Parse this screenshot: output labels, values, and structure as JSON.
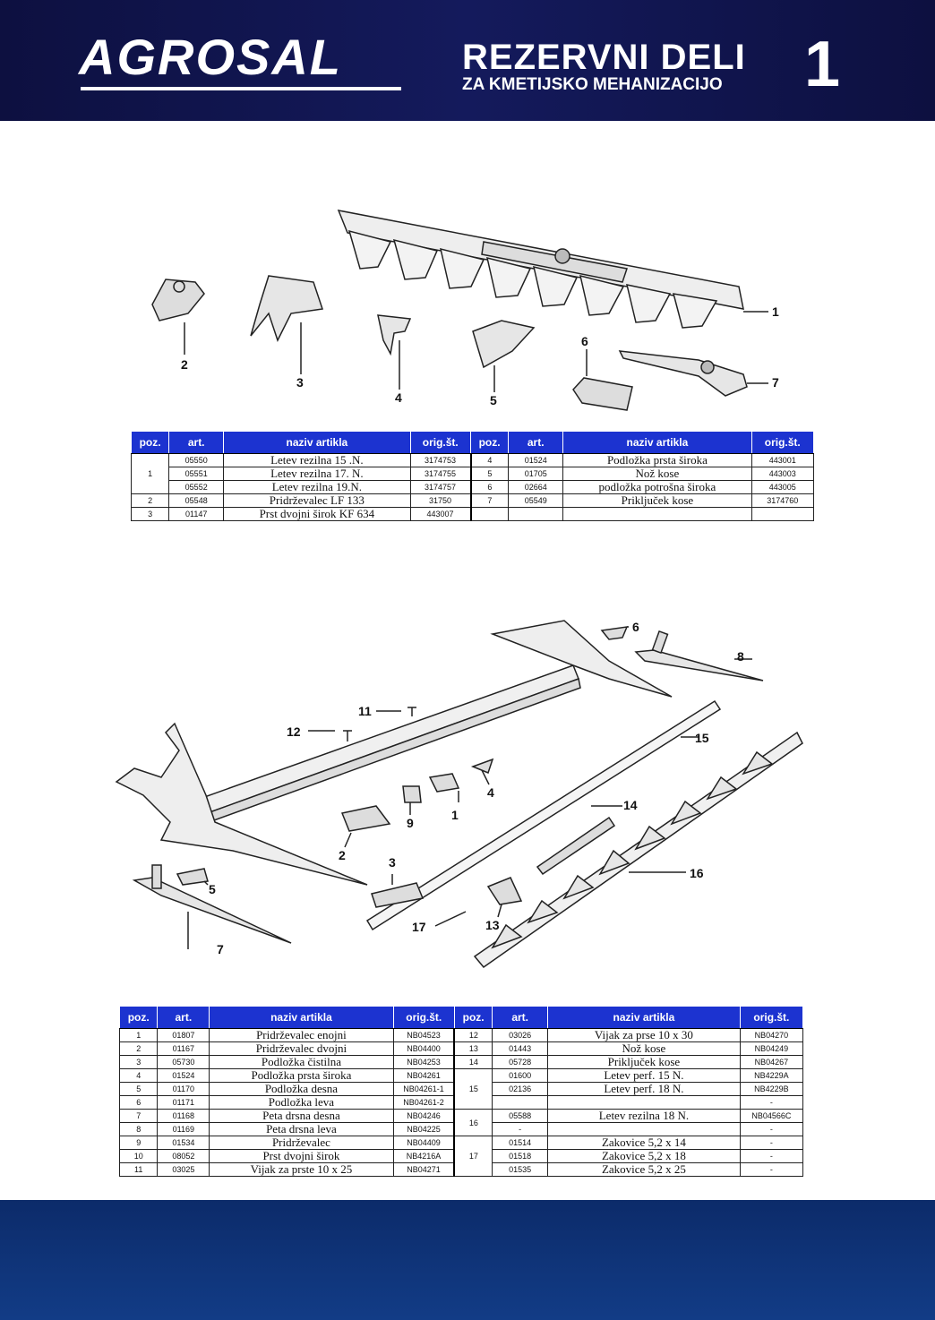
{
  "header": {
    "logo": "AGROSAL",
    "title": "REZERVNI DELI",
    "subtitle": "ZA KMETIJSKO MEHANIZACIJO",
    "page": "1"
  },
  "columns": [
    "poz.",
    "art.",
    "naziv artikla",
    "orig.št.",
    "poz.",
    "art.",
    "naziv artikla",
    "orig.št."
  ],
  "diagram1": {
    "labels": [
      "1",
      "2",
      "3",
      "4",
      "5",
      "6",
      "7"
    ]
  },
  "diagram2": {
    "labels": [
      "1",
      "2",
      "3",
      "4",
      "5",
      "6",
      "7",
      "8",
      "9",
      "11",
      "12",
      "13",
      "14",
      "15",
      "16",
      "17"
    ]
  },
  "table1": {
    "left": [
      {
        "poz": "1",
        "art": "05550",
        "name": "Letev rezilna 15 .N.",
        "orig": "3174753"
      },
      {
        "poz": "",
        "art": "05551",
        "name": "Letev rezilna 17. N.",
        "orig": "3174755"
      },
      {
        "poz": "",
        "art": "05552",
        "name": "Letev rezilna 19.N.",
        "orig": "3174757"
      },
      {
        "poz": "2",
        "art": "05548",
        "name": "Pridrževalec LF 133",
        "orig": "31750"
      },
      {
        "poz": "3",
        "art": "01147",
        "name": "Prst dvojni širok KF 634",
        "orig": "443007"
      }
    ],
    "right": [
      {
        "poz": "4",
        "art": "01524",
        "name": "Podložka prsta široka",
        "orig": "443001"
      },
      {
        "poz": "5",
        "art": "01705",
        "name": "Nož kose",
        "orig": "443003"
      },
      {
        "poz": "6",
        "art": "02664",
        "name": "podložka potrošna široka",
        "orig": "443005"
      },
      {
        "poz": "7",
        "art": "05549",
        "name": "Priključek kose",
        "orig": "3174760"
      },
      {
        "poz": "",
        "art": "",
        "name": "",
        "orig": ""
      }
    ]
  },
  "table2": {
    "left": [
      {
        "poz": "1",
        "art": "01807",
        "name": "Pridrževalec enojni",
        "orig": "NB04523"
      },
      {
        "poz": "2",
        "art": "01167",
        "name": "Pridrževalec dvojni",
        "orig": "NB04400"
      },
      {
        "poz": "3",
        "art": "05730",
        "name": "Podložka čistilna",
        "orig": "NB04253"
      },
      {
        "poz": "4",
        "art": "01524",
        "name": "Podložka prsta široka",
        "orig": "NB04261"
      },
      {
        "poz": "5",
        "art": "01170",
        "name": "Podložka desna",
        "orig": "NB04261-1"
      },
      {
        "poz": "6",
        "art": "01171",
        "name": "Podložka leva",
        "orig": "NB04261-2"
      },
      {
        "poz": "7",
        "art": "01168",
        "name": "Peta drsna desna",
        "orig": "NB04246"
      },
      {
        "poz": "8",
        "art": "01169",
        "name": "Peta drsna leva",
        "orig": "NB04225"
      },
      {
        "poz": "9",
        "art": "01534",
        "name": "Pridrževalec",
        "orig": "NB04409"
      },
      {
        "poz": "10",
        "art": "08052",
        "name": "Prst dvojni širok",
        "orig": "NB4216A"
      },
      {
        "poz": "11",
        "art": "03025",
        "name": "Vijak za prste 10 x 25",
        "orig": "NB04271"
      }
    ],
    "right": [
      {
        "poz": "12",
        "art": "03026",
        "name": "Vijak za prse 10 x 30",
        "orig": "NB04270"
      },
      {
        "poz": "13",
        "art": "01443",
        "name": "Nož kose",
        "orig": "NB04249"
      },
      {
        "poz": "14",
        "art": "05728",
        "name": "Priključek kose",
        "orig": "NB04267"
      },
      {
        "poz": "15",
        "art": "01600",
        "name": "Letev perf. 15 N.",
        "orig": "NB4229A"
      },
      {
        "poz": "",
        "art": "02136",
        "name": "Letev perf. 18 N.",
        "orig": "NB4229B"
      },
      {
        "poz": "",
        "art": "",
        "name": "",
        "orig": "-"
      },
      {
        "poz": "16",
        "art": "05588",
        "name": "Letev rezilna 18 N.",
        "orig": "NB04566C"
      },
      {
        "poz": "",
        "art": "-",
        "name": "",
        "orig": "-"
      },
      {
        "poz": "17",
        "art": "01514",
        "name": "Zakovice 5,2 x 14",
        "orig": "-"
      },
      {
        "poz": "",
        "art": "01518",
        "name": "Zakovice 5,2 x 18",
        "orig": "-"
      },
      {
        "poz": "",
        "art": "01535",
        "name": "Zakovice 5,2 x 25",
        "orig": "-"
      }
    ]
  }
}
